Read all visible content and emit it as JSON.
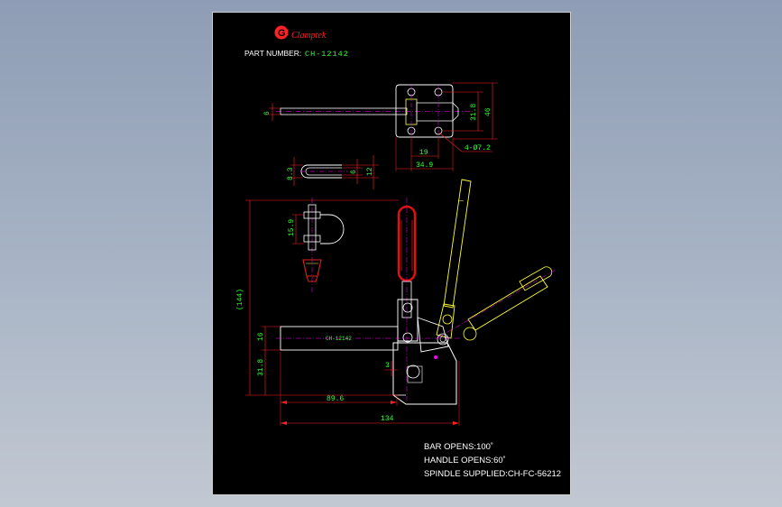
{
  "logo": {
    "glyph": "G",
    "brand": "Clamptek"
  },
  "part": {
    "label": "PART NUMBER:",
    "number": "CH-12142"
  },
  "dimensions": {
    "top_rod_height": "6",
    "plate_height_inner": "31.8",
    "plate_height_outer": "46",
    "plate_width_inner": "19",
    "plate_width_outer": "34.9",
    "hole_callout": "4-Ø7.2",
    "slot_height": "8.3",
    "slot_inner": "6",
    "slot_outer": "12",
    "spindle_height": "15.9",
    "overall_height": "(144)",
    "bar_offset": "16",
    "base_height": "31.8",
    "small_gap": "3",
    "reach_inner": "89.6",
    "reach_outer": "134",
    "bar_text": "CH-12142"
  },
  "notes": {
    "bar_opens": "BAR OPENS:100˚",
    "handle_opens": "HANDLE OPENS:60˚",
    "spindle": "SPINDLE SUPPLIED:CH-FC-56212"
  },
  "colors": {
    "background": "#000000",
    "outline": "#ffffff",
    "dimension": "#ff2020",
    "dim_text": "#33ff33",
    "centerline": "#ff00ff",
    "alt_position": "#ffff00",
    "handle_red": "#dd1111",
    "logo_red": "#ff2222"
  }
}
